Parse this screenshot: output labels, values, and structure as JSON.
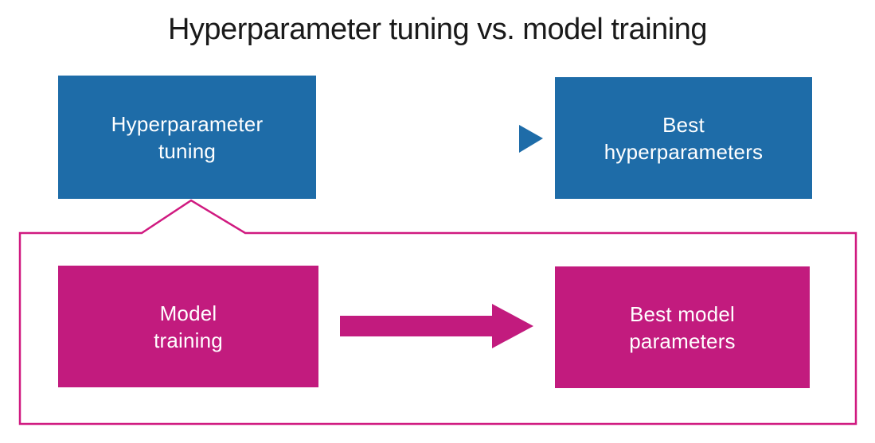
{
  "title": "Hyperparameter tuning vs. model training",
  "colors": {
    "blue": "#1E6CA8",
    "magenta": "#C21B7E",
    "border": "#D01A80",
    "title_text": "#1A1A1A",
    "box_text": "#FFFFFF"
  },
  "tuning_flow": {
    "source": {
      "label": "Hyperparameter\ntuning"
    },
    "result": {
      "label": "Best\nhyperparameters"
    }
  },
  "training_flow": {
    "source": {
      "label": "Model\ntraining"
    },
    "result": {
      "label": "Best model\nparameters"
    }
  }
}
